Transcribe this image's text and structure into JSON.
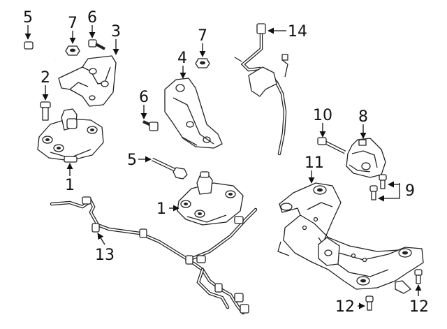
{
  "diagram": {
    "callouts": {
      "c1a": "1",
      "c1b": "1",
      "c2": "2",
      "c3": "3",
      "c4": "4",
      "c5a": "5",
      "c5b": "5",
      "c6a": "6",
      "c6b": "6",
      "c7a": "7",
      "c7b": "7",
      "c8": "8",
      "c9": "9",
      "c10": "10",
      "c11": "11",
      "c12a": "12",
      "c12b": "12",
      "c13": "13",
      "c14": "14"
    }
  }
}
